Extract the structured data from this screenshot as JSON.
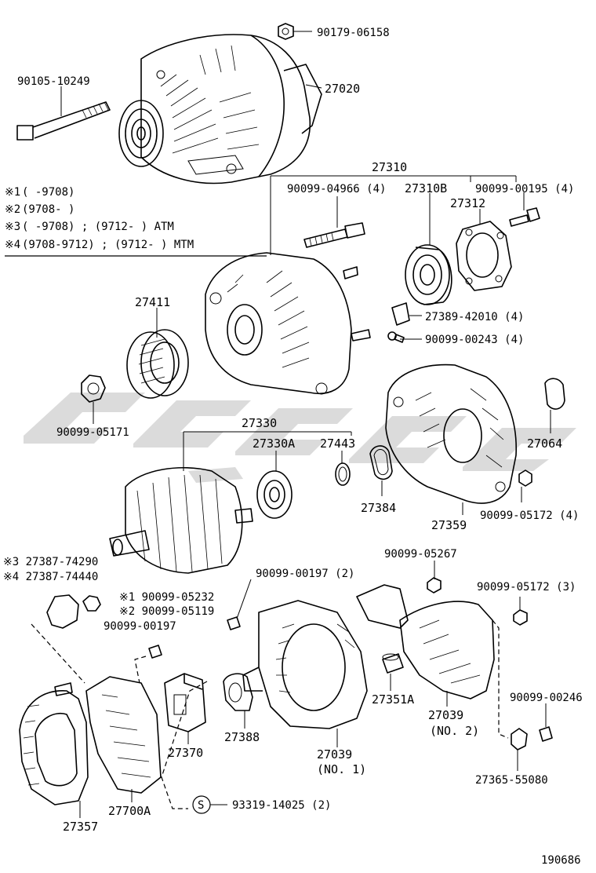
{
  "diagram_id": "190686",
  "notes": [
    {
      "mark": "※1",
      "text": "(       -9708)"
    },
    {
      "mark": "※2",
      "text": "(9708-       )"
    },
    {
      "mark": "※3",
      "text": "(       -9708) ; (9712-       ) ATM"
    },
    {
      "mark": "※4",
      "text": "(9708-9712) ; (9712-       ) MTM"
    }
  ],
  "parts": {
    "p90179_06158": "90179-06158",
    "p27020": "27020",
    "p90105_10249": "90105-10249",
    "p27310": "27310",
    "p90099_04966": "90099-04966 (4)",
    "p27310B": "27310B",
    "p90099_00195": "90099-00195 (4)",
    "p27312": "27312",
    "p27411": "27411",
    "p27389_42010": "27389-42010 (4)",
    "p90099_00243": "90099-00243 (4)",
    "p90099_05171": "90099-05171",
    "p27064": "27064",
    "p27330": "27330",
    "p27330A": "27330A",
    "p27443": "27443",
    "p27384": "27384",
    "p27359": "27359",
    "p90099_05172_4": "90099-05172 (4)",
    "p27387_74290": "※3 27387-74290",
    "p27387_74440": "※4 27387-74440",
    "p90099_05232": "※1 90099-05232",
    "p90099_05119": "※2 90099-05119",
    "p90099_00197": "90099-00197",
    "p90099_00197_2": "90099-00197 (2)",
    "p90099_05267": "90099-05267",
    "p90099_05172_3": "90099-05172 (3)",
    "p27351A": "27351A",
    "p27039_no2": "27039",
    "p27039_no2_sub": "(NO. 2)",
    "p90099_00246": "90099-00246",
    "p27365_55080": "27365-55080",
    "p27370": "27370",
    "p27388": "27388",
    "p27039_no1": "27039",
    "p27039_no1_sub": "(NO. 1)",
    "p27357": "27357",
    "p27700A": "27700A",
    "s_mark": "S",
    "p93319_14025": "93319-14025 (2)"
  }
}
